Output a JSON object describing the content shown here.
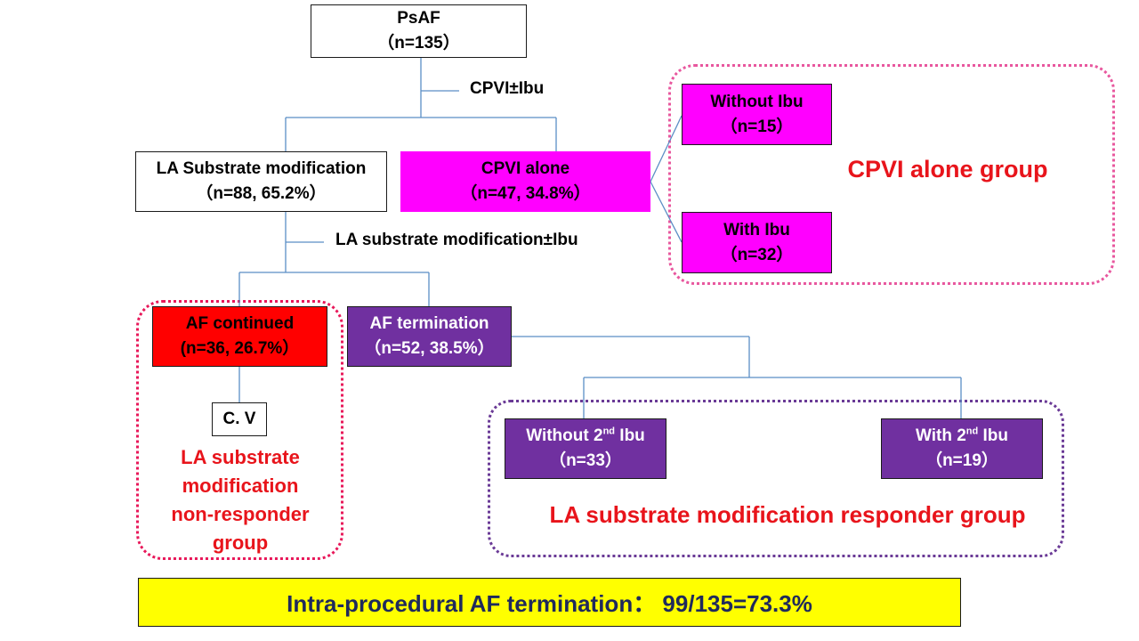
{
  "nodes": {
    "root": {
      "title": "PsAF",
      "count": "（n=135）"
    },
    "la_substrate": {
      "title": "LA Substrate modification",
      "count": "（n=88, 65.2%）"
    },
    "cpvi_alone": {
      "title": "CPVI alone",
      "count": "（n=47, 34.8%）"
    },
    "without_ibu": {
      "title": "Without Ibu",
      "count": "（n=15）"
    },
    "with_ibu": {
      "title": "With Ibu",
      "count": "（n=32）"
    },
    "af_continued": {
      "title": "AF continued",
      "count": "(n=36, 26.7%）"
    },
    "af_termination": {
      "title": "AF termination",
      "count": "（n=52, 38.5%）"
    },
    "cv": {
      "title": "C. V"
    },
    "without_2nd_ibu": {
      "title_pre": "Without 2",
      "title_sup": "nd",
      "title_post": " Ibu",
      "count": "（n=33）"
    },
    "with_2nd_ibu": {
      "title_pre": "With 2",
      "title_sup": "nd",
      "title_post": " Ibu",
      "count": "（n=19）"
    }
  },
  "edge_labels": {
    "cpvi_ibu": "CPVI±Ibu",
    "la_substrate_ibu": "LA substrate modification±Ibu"
  },
  "groups": {
    "cpvi_alone_group": "CPVI alone group",
    "non_responder": [
      "LA substrate",
      "modification",
      "non-responder",
      "group"
    ],
    "responder": "LA substrate modification responder group"
  },
  "summary": "Intra-procedural AF termination：  99/135=73.3%",
  "colors": {
    "magenta": "#ff00ff",
    "red": "#ff0000",
    "purple": "#7030a0",
    "yellow": "#ffff00",
    "group_label_red": "#e8141b",
    "connector": "#5b8ec5"
  }
}
